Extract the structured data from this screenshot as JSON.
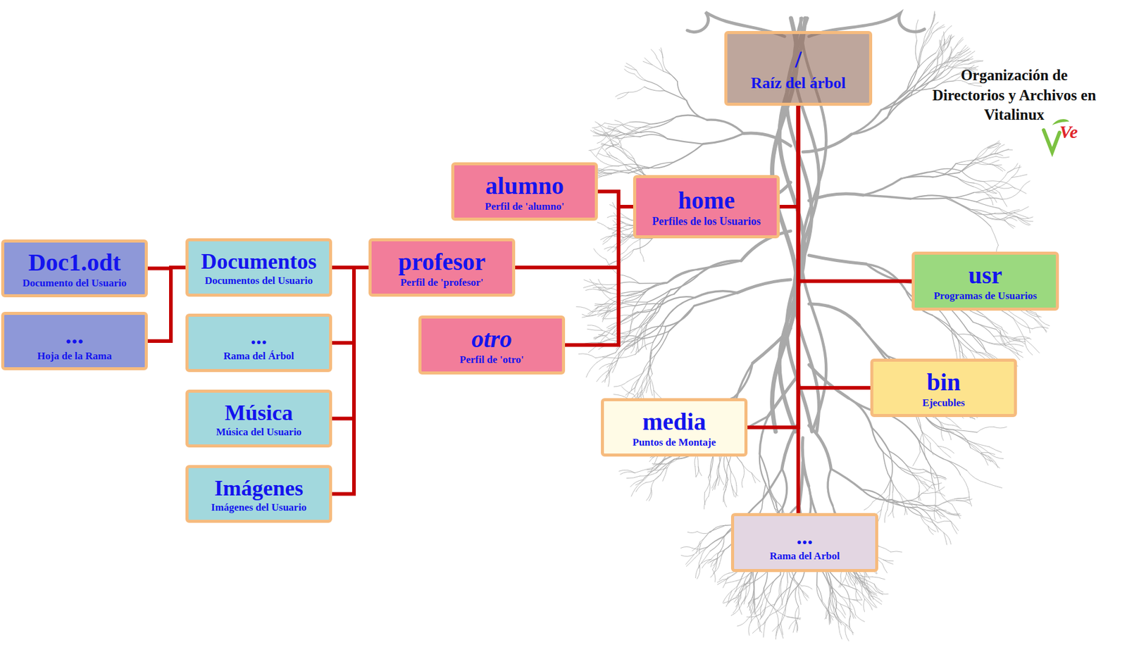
{
  "diagram": {
    "title": "Organización de Directorios y Archivos en Vitalinux",
    "nodes": [
      {
        "text": [
          "/",
          "Raíz del árbol"
        ]
      },
      {
        "text": [
          "home",
          "Perfiles de los Usuarios"
        ]
      },
      {
        "text": [
          "alumno",
          "Perfil de 'alumno'"
        ]
      },
      {
        "text": [
          "profesor",
          "Perfil de 'profesor'"
        ]
      },
      {
        "text": [
          "otro",
          "Perfil de 'otro'"
        ]
      },
      {
        "text": [
          "Documentos",
          "Documentos del Usuario"
        ]
      },
      {
        "text": [
          "...",
          "Rama del Árbol"
        ]
      },
      {
        "text": [
          "Música",
          "Música del Usuario"
        ]
      },
      {
        "text": [
          "Imágenes",
          "Imágenes del Usuario"
        ]
      },
      {
        "text": [
          "Doc1.odt",
          "Documento del Usuario"
        ]
      },
      {
        "text": [
          "...",
          "Hoja de la Rama"
        ]
      },
      {
        "text": [
          "usr",
          "Programas de Usuarios"
        ]
      },
      {
        "text": [
          "bin",
          "Ejecubles"
        ]
      },
      {
        "text": [
          "media",
          "Puntos de Montaje"
        ]
      },
      {
        "text": [
          "...",
          "Rama del Arbol"
        ]
      }
    ],
    "edges": [
      {
        "from": 0,
        "to": 1,
        "arrow": "none"
      },
      {
        "from": 0,
        "to": 11,
        "arrow": "none"
      },
      {
        "from": 0,
        "to": 12,
        "arrow": "none"
      },
      {
        "from": 0,
        "to": 13,
        "arrow": "none"
      },
      {
        "from": 0,
        "to": 14,
        "arrow": "none"
      },
      {
        "from": 1,
        "to": 2,
        "arrow": "none"
      },
      {
        "from": 1,
        "to": 3,
        "arrow": "none"
      },
      {
        "from": 1,
        "to": 4,
        "arrow": "none"
      },
      {
        "from": 3,
        "to": 5,
        "arrow": "none"
      },
      {
        "from": 3,
        "to": 6,
        "arrow": "none"
      },
      {
        "from": 3,
        "to": 7,
        "arrow": "none"
      },
      {
        "from": 3,
        "to": 8,
        "arrow": "none"
      },
      {
        "from": 5,
        "to": 9,
        "arrow": "none"
      },
      {
        "from": 5,
        "to": 10,
        "arrow": "none"
      }
    ],
    "labels": [
      "Ve"
    ]
  }
}
